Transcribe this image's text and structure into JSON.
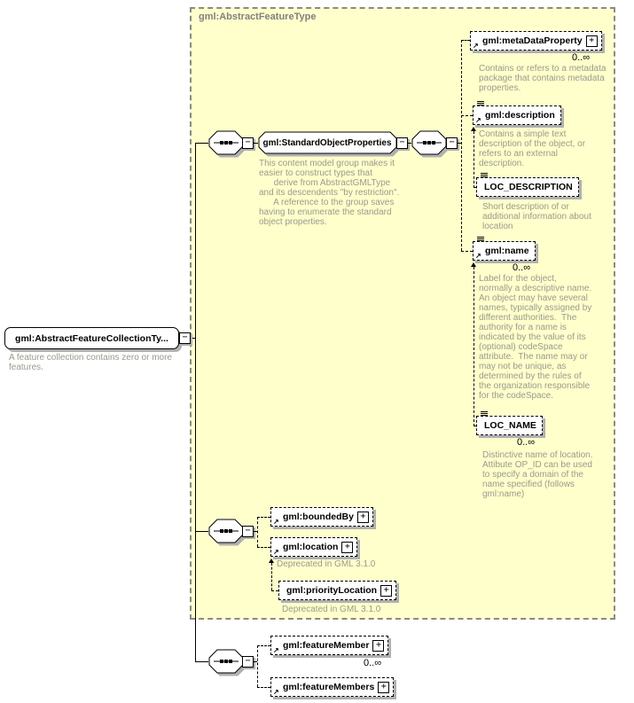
{
  "container": {
    "title": "gml:AbstractFeatureType"
  },
  "root": {
    "label": "gml:AbstractFeatureCollectionTy...",
    "description": "A feature collection contains zero or more\nfeatures."
  },
  "group": {
    "label": "gml:StandardObjectProperties",
    "description": "This content model group makes it\neasier to construct types that\n      derive from AbstractGMLType\nand its descendents \"by restriction\".\n      A reference to the group saves\nhaving to enumerate the standard\nobject properties."
  },
  "elements": {
    "metaDataProperty": {
      "label": "gml:metaDataProperty",
      "occurs": "0..∞",
      "description": "Contains or refers to a metadata\npackage that contains metadata\nproperties."
    },
    "description": {
      "label": "gml:description",
      "description": "Contains a simple text\ndescription of the object, or\nrefers to an external\ndescription."
    },
    "loc_description": {
      "label": "LOC_DESCRIPTION",
      "description": "Short description of or\nadditional information about\nlocation"
    },
    "name": {
      "label": "gml:name",
      "occurs": "0..∞",
      "description": "Label for the object,\nnormally a descriptive name.\nAn object may have several\nnames, typically assigned by\ndifferent authorities.  The\nauthority for a name is\nindicated by the value of its\n(optional) codeSpace\nattribute.  The name may or\nmay not be unique, as\ndetermined by the rules of\nthe organization responsible\nfor the codeSpace."
    },
    "loc_name": {
      "label": "LOC_NAME",
      "occurs": "0..∞",
      "description": "Distinctive name of location.\nAttibute OP_ID can be used\nto specify a domain of the\nname specified (follows\ngml:name)"
    },
    "boundedBy": {
      "label": "gml:boundedBy"
    },
    "location": {
      "label": "gml:location",
      "description": "Deprecated in GML 3.1.0"
    },
    "priorityLocation": {
      "label": "gml:priorityLocation",
      "description": "Deprecated in GML 3.1.0"
    },
    "featureMember": {
      "label": "gml:featureMember",
      "occurs": "0..∞"
    },
    "featureMembers": {
      "label": "gml:featureMembers"
    }
  },
  "icons": {
    "collapse": "−",
    "expand": "+",
    "reference": "↗"
  },
  "colors": {
    "container_fill": "#FFFFCC",
    "container_border": "#8A8A8A",
    "box_shadow": "#B0B0B0",
    "description_text": "#9A9A8C",
    "title_text": "#808080"
  }
}
